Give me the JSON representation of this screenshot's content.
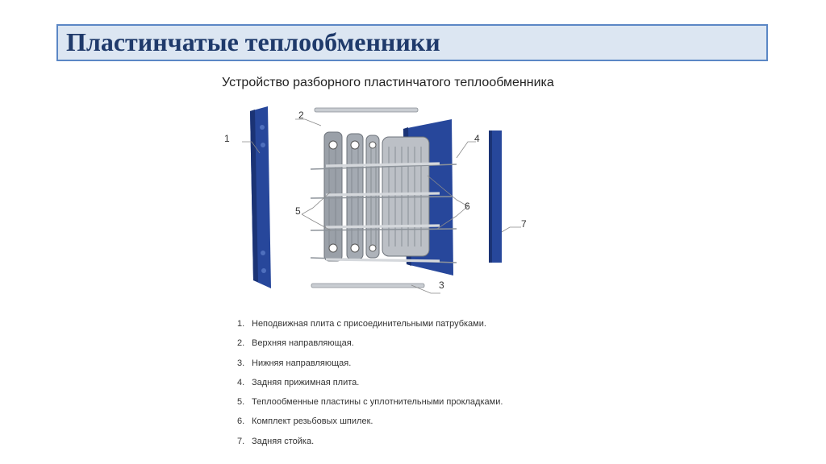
{
  "slide": {
    "title": "Пластинчатые теплообменники",
    "subtitle": "Устройство разборного пластинчатого теплообменника"
  },
  "diagram": {
    "callouts": [
      "1",
      "2",
      "3",
      "4",
      "5",
      "6",
      "7"
    ],
    "colors": {
      "plate_blue": "#27479b",
      "plate_dark": "#1b3375",
      "steel": "#b7bcc4",
      "rod": "#d5d8dc",
      "callout_line": "#8a8a8a"
    }
  },
  "legend": {
    "items": [
      {
        "num": "1.",
        "text": "Неподвижная плита с присоединительными патрубками."
      },
      {
        "num": "2.",
        "text": "Верхняя направляющая."
      },
      {
        "num": "3.",
        "text": "Нижняя направляющая."
      },
      {
        "num": "4.",
        "text": "Задняя прижимная плита."
      },
      {
        "num": "5.",
        "text": "Теплообменные пластины с уплотнительными прокладками."
      },
      {
        "num": "6.",
        "text": "Комплект резьбовых шпилек."
      },
      {
        "num": "7.",
        "text": "Задняя стойка."
      }
    ]
  }
}
